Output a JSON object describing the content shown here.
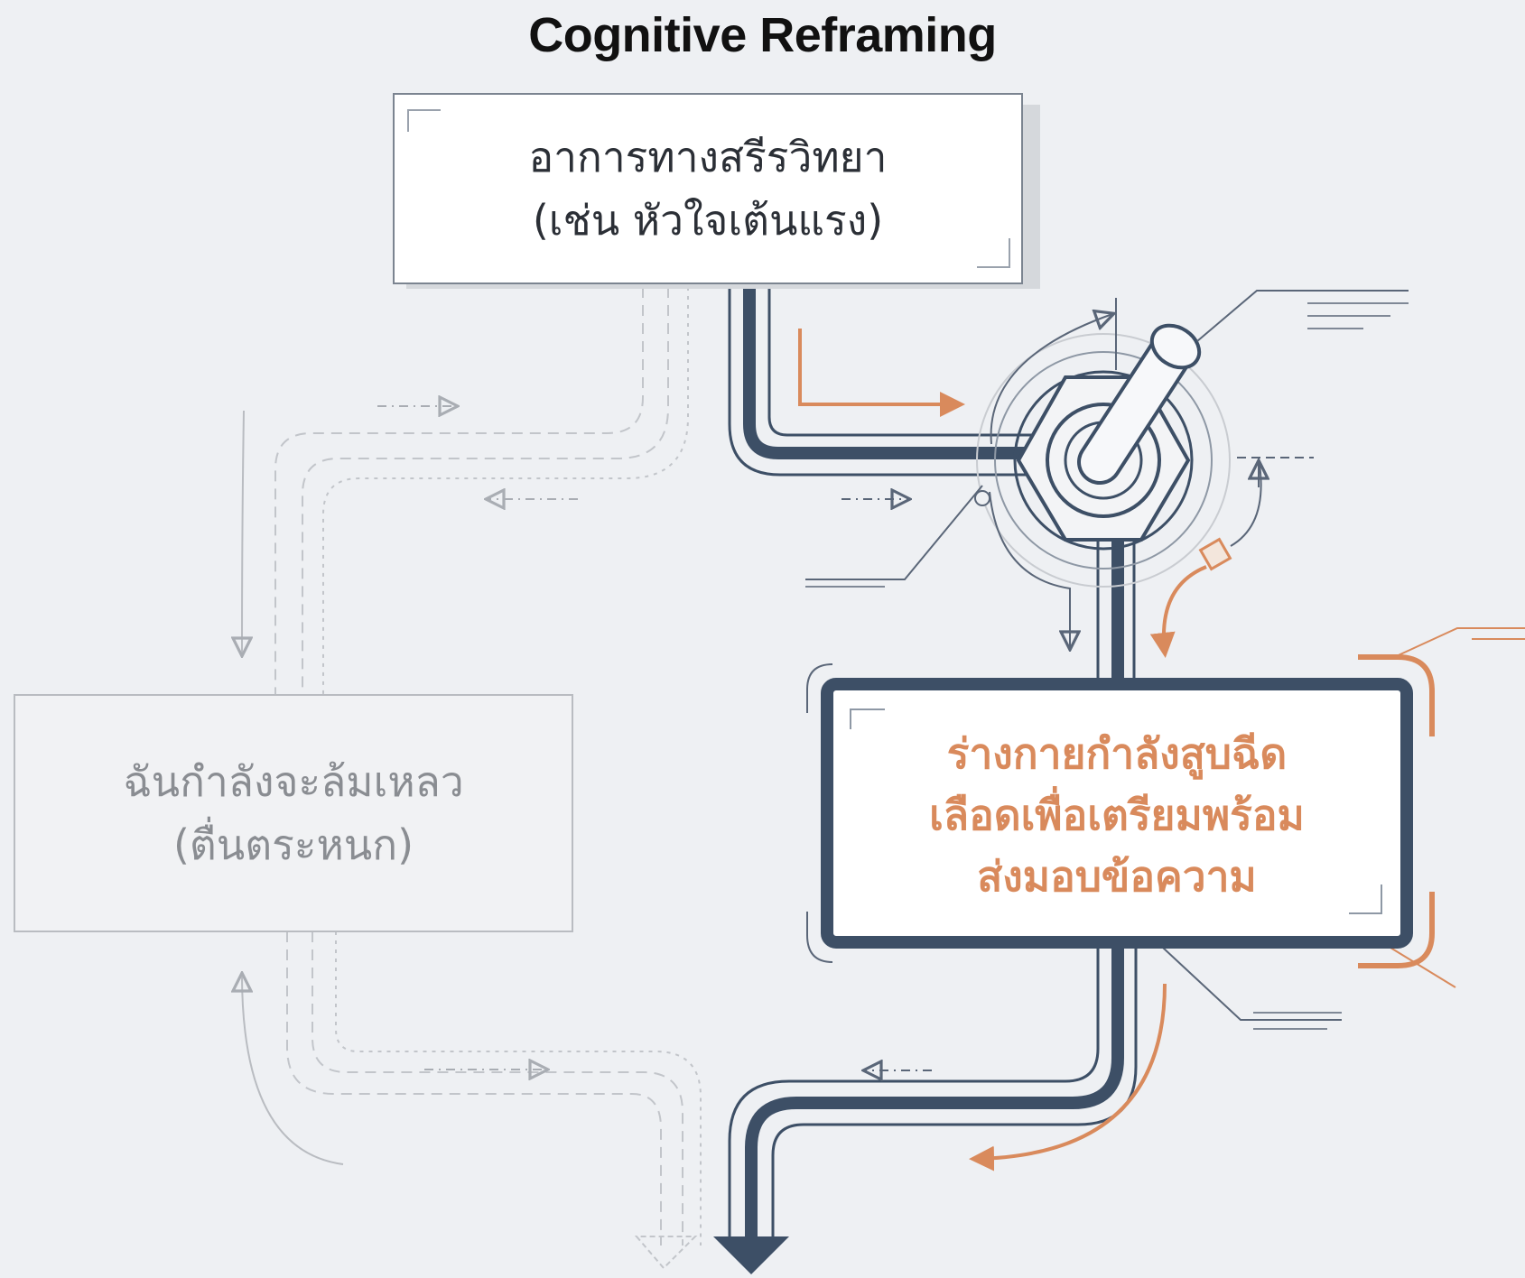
{
  "title": "Cognitive Reframing",
  "nodes": {
    "physiological": {
      "lines": [
        "อาการทางสรีรวิทยา",
        "(เช่น หัวใจเต้นแรง)"
      ]
    },
    "panic": {
      "lines": [
        "ฉันกำลังจะล้มเหลว",
        "(ตื่นตระหนก)"
      ]
    },
    "reframe": {
      "lines": [
        "ร่างกายกำลังสูบฉีด",
        "เลือดเพื่อเตรียมพร้อม",
        "ส่งมอบข้อความ"
      ]
    }
  },
  "colors": {
    "background": "#eef0f3",
    "primary_pipe": "#3d4f66",
    "accent": "#d98a5c",
    "faded": "#b5b8bd"
  },
  "icons": [
    "toggle-switch-icon",
    "arrow-down-icon"
  ]
}
